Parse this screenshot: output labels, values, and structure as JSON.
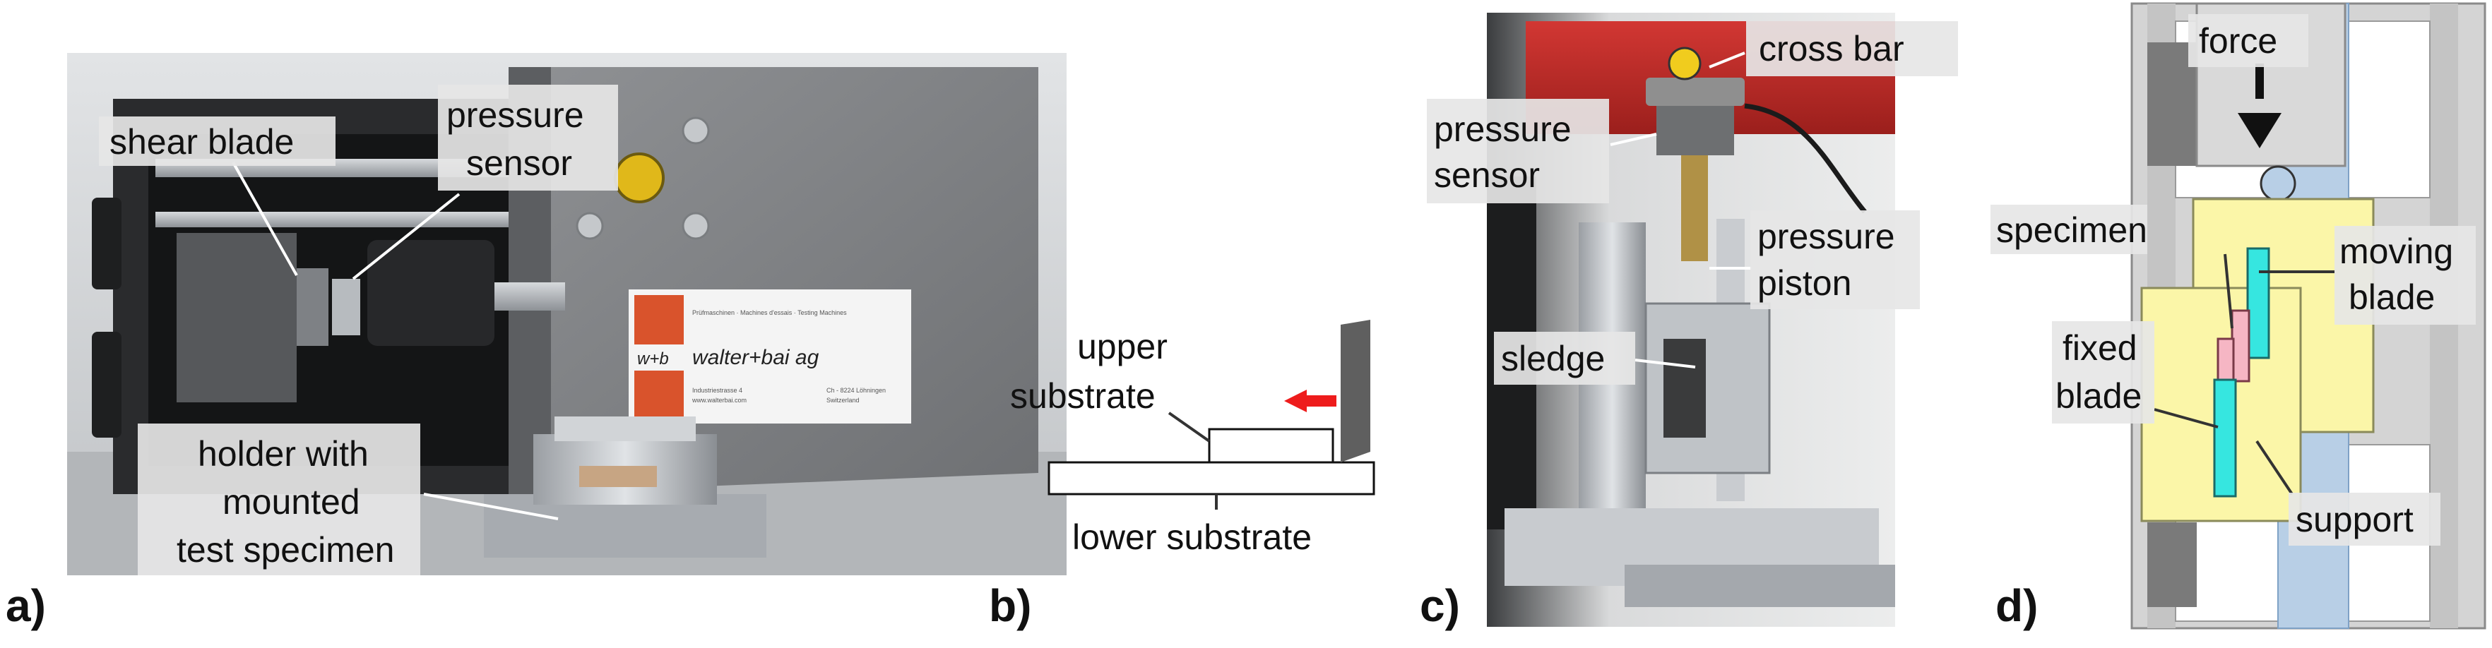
{
  "panels": {
    "a": {
      "letter": "a)",
      "labels": {
        "shear_blade": "shear blade",
        "pressure_sensor_1": "pressure",
        "pressure_sensor_2": "sensor",
        "holder_1": "holder with",
        "holder_2": "mounted",
        "holder_3": "test specimen"
      },
      "plate": {
        "brand": "w+b",
        "name": "walter+bai ag",
        "line1": "Prüfmaschinen · Machines d'essais · Testing Machines",
        "line2": "Industriestrasse 4",
        "line3": "Ch - 8224 Löhningen",
        "line4": "Switzerland",
        "line5": "www.walterbai.com"
      }
    },
    "b": {
      "letter": "b)",
      "labels": {
        "upper_1": "upper",
        "upper_2": "substrate",
        "lower": "lower substrate"
      }
    },
    "c": {
      "letter": "c)",
      "labels": {
        "cross_bar": "cross bar",
        "pressure_sensor_1": "pressure",
        "pressure_sensor_2": "sensor",
        "pressure_piston_1": "pressure",
        "pressure_piston_2": "piston",
        "sledge": "sledge"
      }
    },
    "d": {
      "letter": "d)",
      "labels": {
        "force": "force",
        "specimen": "specimen",
        "moving_1": "moving",
        "moving_2": "blade",
        "fixed_1": "fixed",
        "fixed_2": "blade",
        "support": "support"
      }
    }
  },
  "colors": {
    "arrow_red": "#ee1c1c",
    "yellow_block": "#fbf6a8",
    "cyan_blade": "#36e6e0",
    "pink_specimen": "#f6b6c4",
    "steel_blue": "#b8cfe6",
    "grey_frame": "#d4d4d4",
    "machine_red": "#c8312e"
  }
}
